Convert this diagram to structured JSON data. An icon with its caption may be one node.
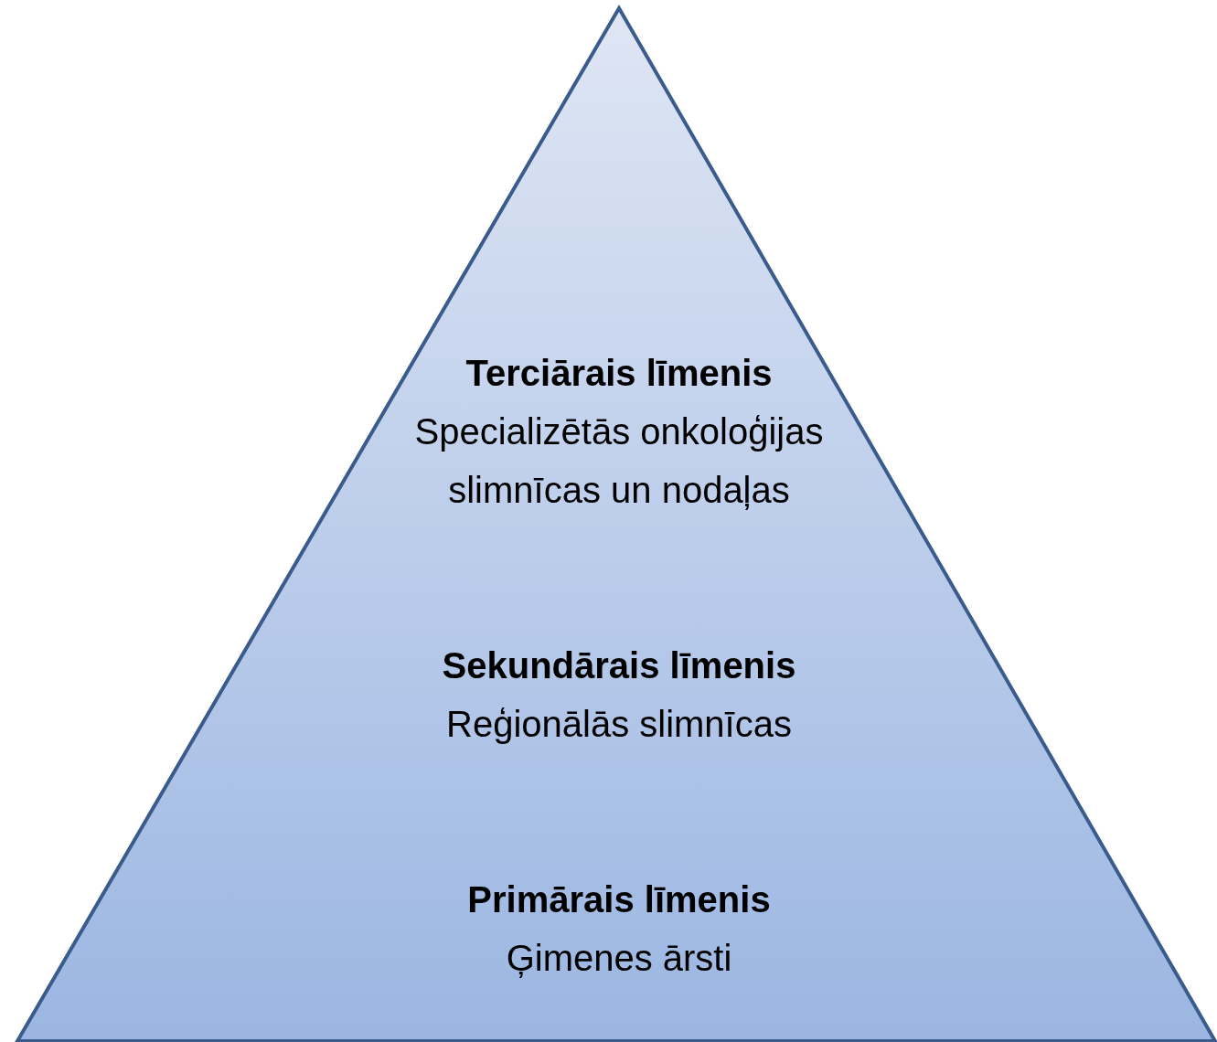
{
  "diagram": {
    "nodes": [
      {
        "text": [
          "Terciārais līmenis",
          "Specializētās onkoloģijas slimnīcas un nodaļas",
          "Sekundārais līmenis",
          "Reģionālās slimnīcas",
          "Primārais līmenis",
          "Ģimenes ārsti"
        ]
      }
    ]
  }
}
